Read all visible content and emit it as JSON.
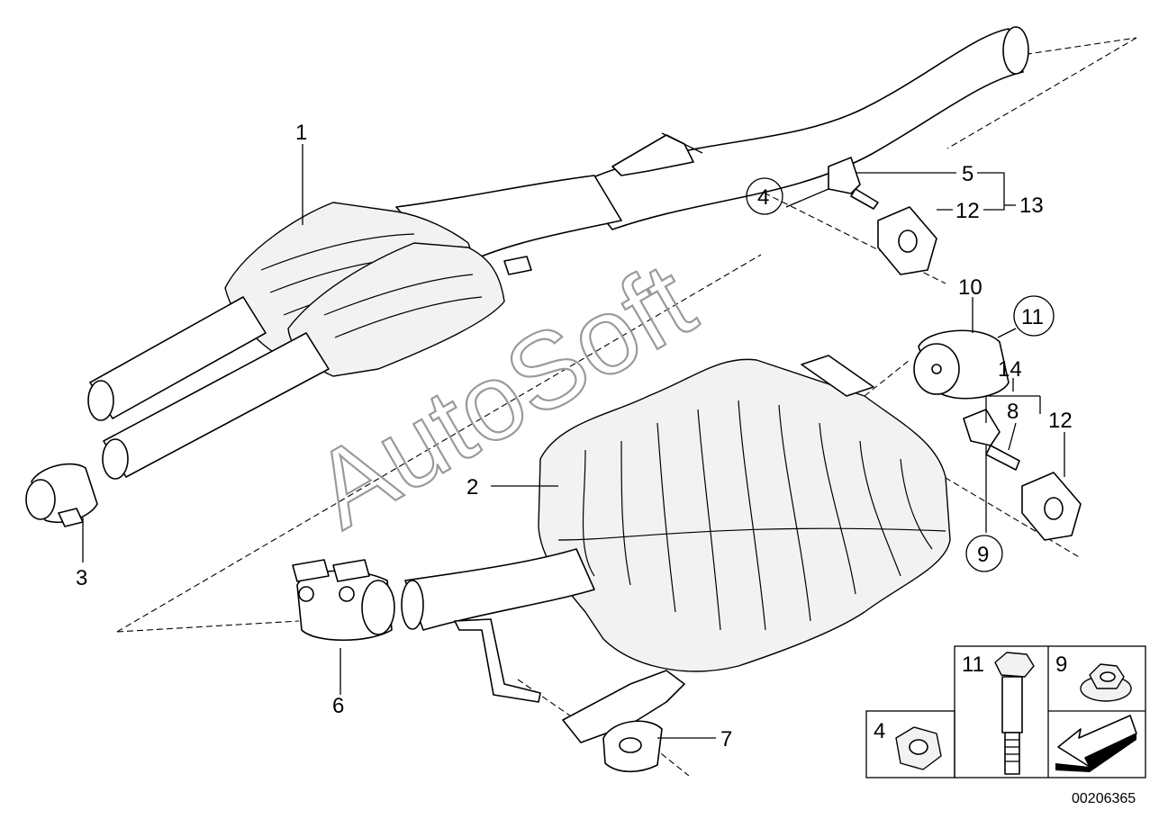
{
  "watermark": "AutoSoft",
  "reference_number": "00206365",
  "callouts": {
    "c1": "1",
    "c2": "2",
    "c3": "3",
    "c4": "4",
    "c5": "5",
    "c6": "6",
    "c7": "7",
    "c8": "8",
    "c9": "9",
    "c10": "10",
    "c11": "11",
    "c12a": "12",
    "c12b": "12",
    "c13": "13",
    "c14": "14"
  },
  "legend": {
    "nut_label": "4",
    "bolt_label": "11",
    "flange_nut_label": "9"
  }
}
